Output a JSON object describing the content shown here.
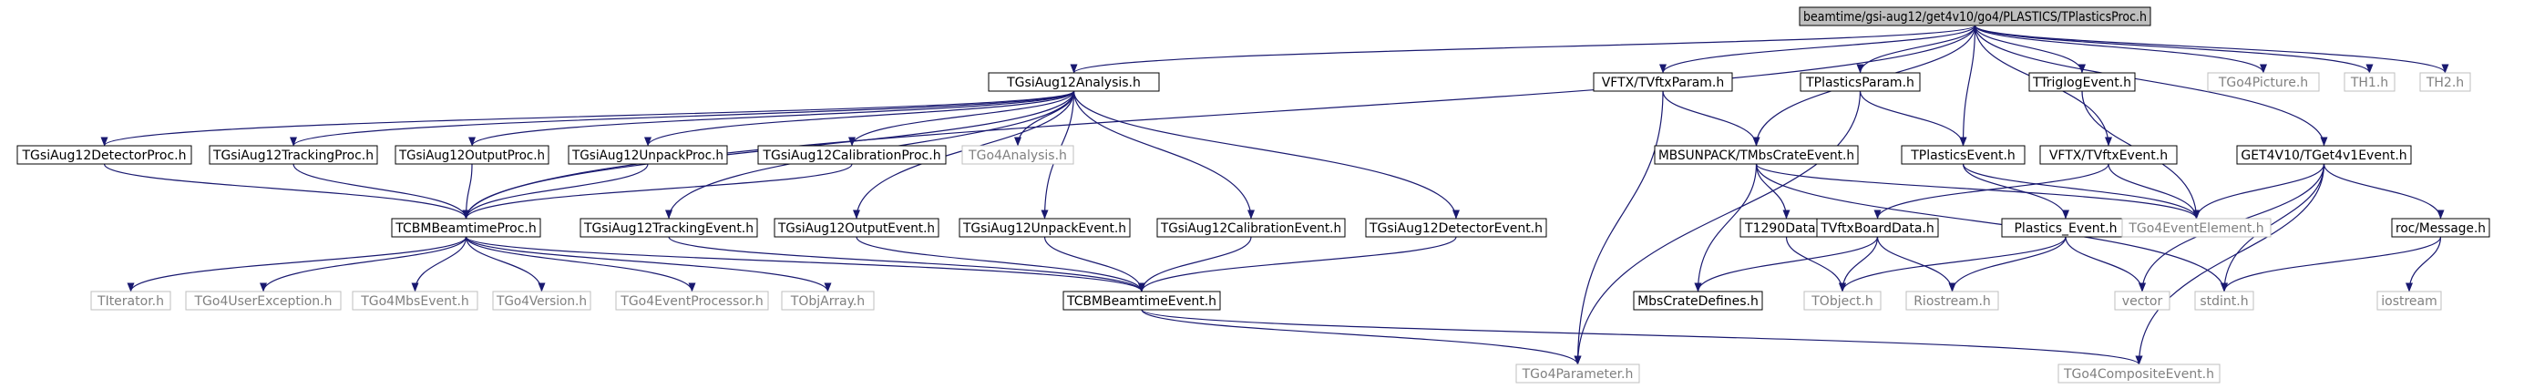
{
  "nodes": {
    "root": "beamtime/gsi-aug12/get4v10/go4/PLASTICS/TPlasticsProc.h",
    "analysis": "TGsiAug12Analysis.h",
    "vftxparam": "VFTX/TVftxParam.h",
    "plasticsparam": "TPlasticsParam.h",
    "triglog": "TTriglogEvent.h",
    "picture": "TGo4Picture.h",
    "th1": "TH1.h",
    "th2": "TH2.h",
    "detproc": "TGsiAug12DetectorProc.h",
    "trackproc": "TGsiAug12TrackingProc.h",
    "outproc": "TGsiAug12OutputProc.h",
    "unpackproc": "TGsiAug12UnpackProc.h",
    "calibproc": "TGsiAug12CalibrationProc.h",
    "go4analysis": "TGo4Analysis.h",
    "mbscrate": "MBSUNPACK/TMbsCrateEvent.h",
    "plasticsevent": "TPlasticsEvent.h",
    "vftxevent": "VFTX/TVftxEvent.h",
    "get4": "GET4V10/TGet4v1Event.h",
    "beamproc": "TCBMBeamtimeProc.h",
    "trackev": "TGsiAug12TrackingEvent.h",
    "outev": "TGsiAug12OutputEvent.h",
    "unpackev": "TGsiAug12UnpackEvent.h",
    "calibev": "TGsiAug12CalibrationEvent.h",
    "detev": "TGsiAug12DetectorEvent.h",
    "t1290": "T1290Data.h",
    "vftxboard": "TVftxBoardData.h",
    "plastics_event": "Plastics_Event.h",
    "evelement": "TGo4EventElement.h",
    "message": "roc/Message.h",
    "iterator": "TIterator.h",
    "userexc": "TGo4UserException.h",
    "mbsevent": "TGo4MbsEvent.h",
    "version": "TGo4Version.h",
    "evproc": "TGo4EventProcessor.h",
    "objarray": "TObjArray.h",
    "beamev": "TCBMBeamtimeEvent.h",
    "mbsdefs": "MbsCrateDefines.h",
    "tobject": "TObject.h",
    "riostream": "Riostream.h",
    "vector": "vector",
    "stdint": "stdint.h",
    "iostream": "iostream",
    "parameter": "TGo4Parameter.h",
    "composite": "TGo4CompositeEvent.h"
  },
  "colors": {
    "root_fill": "#bfbfbf",
    "documented_border": "#000000",
    "undocumented_border": "#bfbfbf",
    "undocumented_text": "#808080",
    "edge": "#191970"
  }
}
